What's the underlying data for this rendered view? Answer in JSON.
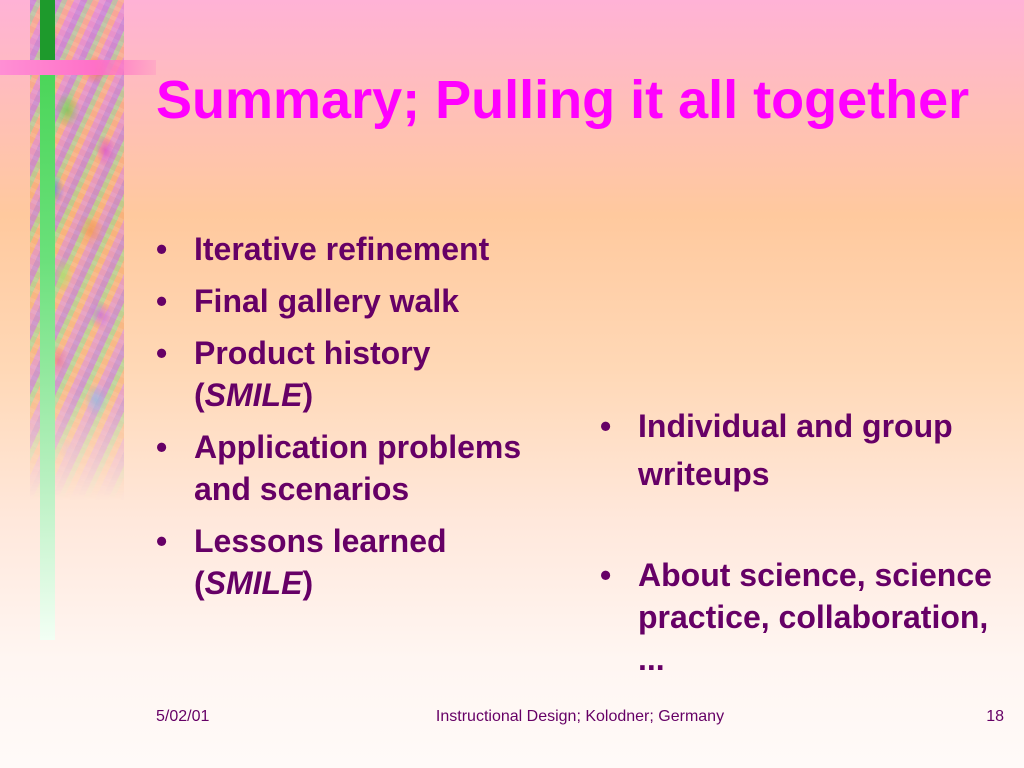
{
  "slide": {
    "title": "Summary; Pulling it all together",
    "left_items": [
      {
        "parts": [
          "Iterative refinement"
        ]
      },
      {
        "parts": [
          "Final gallery walk"
        ]
      },
      {
        "parts": [
          "Product history (",
          "SMILE",
          ")"
        ]
      },
      {
        "parts": [
          "Application problems and scenarios"
        ]
      },
      {
        "parts": [
          "Lessons learned (",
          "SMILE",
          ")"
        ]
      }
    ],
    "right_items": [
      {
        "text": "Individual and group writeups"
      },
      {
        "text": "About science, science practice, collaboration, ..."
      }
    ],
    "bullet": "•"
  },
  "footer": {
    "date": "5/02/01",
    "center": "Instructional Design; Kolodner; Germany",
    "page": "18"
  },
  "colors": {
    "title": "#ff00ff",
    "body_text": "#660066",
    "accent_green": "#3fd14c",
    "accent_pink": "#ff70c8"
  }
}
